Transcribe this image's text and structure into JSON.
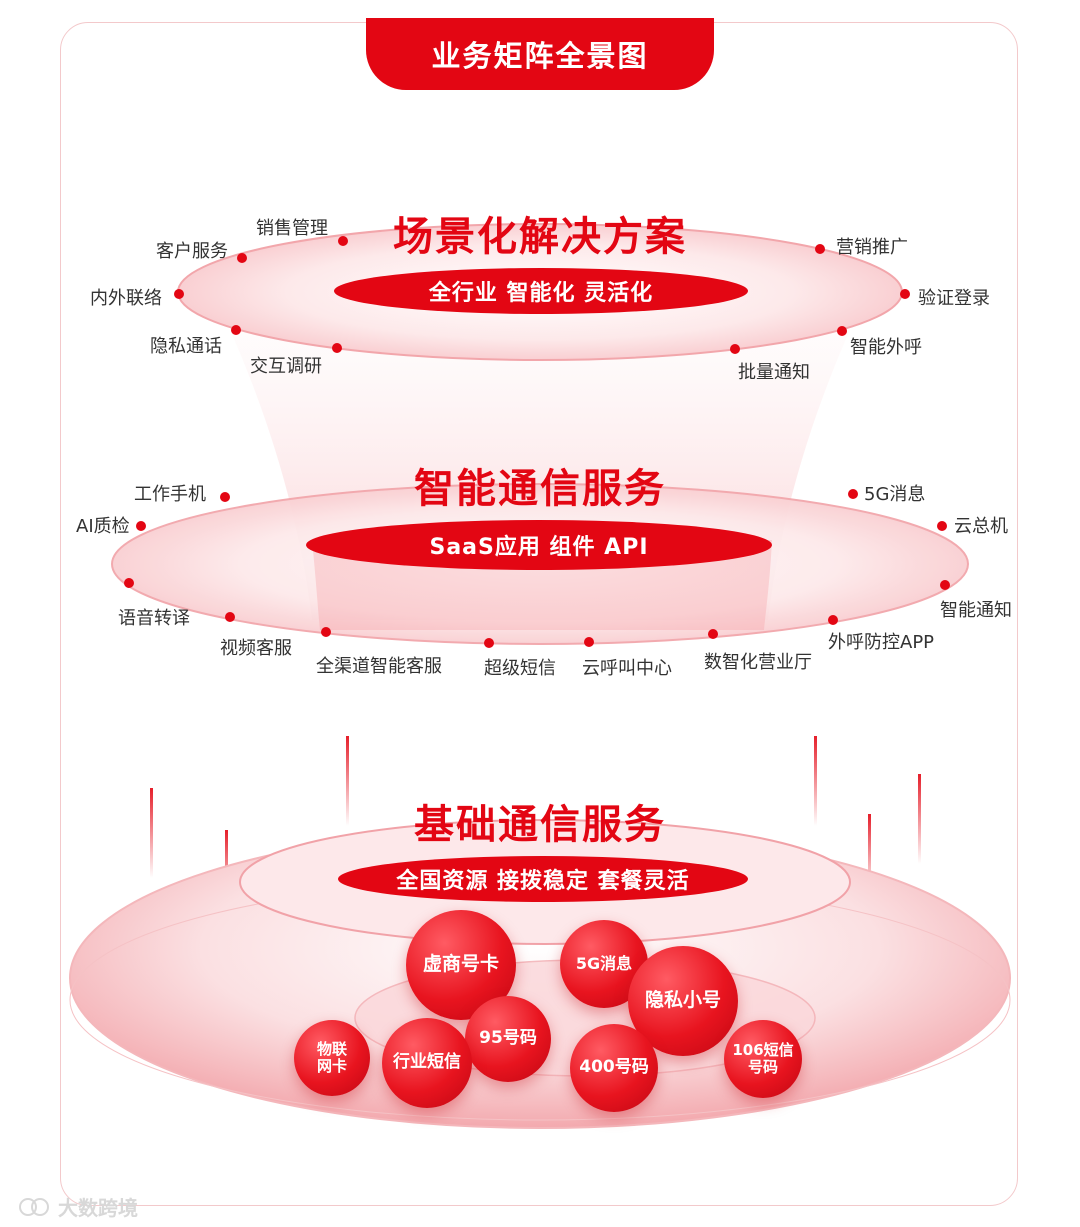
{
  "header": {
    "title": "业务矩阵全景图"
  },
  "tier1": {
    "title": "场景化解决方案",
    "tagline": "全行业  智能化  灵活化",
    "items": [
      "销售管理",
      "客户服务",
      "内外联络",
      "隐私通话",
      "交互调研",
      "营销推广",
      "验证登录",
      "智能外呼",
      "批量通知"
    ]
  },
  "tier2": {
    "title": "智能通信服务",
    "tagline": "SaaS应用   组件   API",
    "items": [
      "工作手机",
      "AI质检",
      "语音转译",
      "视频客服",
      "全渠道智能客服",
      "超级短信",
      "云呼叫中心",
      "数智化营业厅",
      "外呼防控APP",
      "智能通知",
      "云总机",
      "5G消息"
    ]
  },
  "tier3": {
    "title": "基础通信服务",
    "tagline": "全国资源  接拨稳定  套餐灵活",
    "bubbles": [
      {
        "lines": [
          "虚商号卡"
        ]
      },
      {
        "lines": [
          "5G消息"
        ]
      },
      {
        "lines": [
          "隐私小号"
        ]
      },
      {
        "lines": [
          "95号码"
        ]
      },
      {
        "lines": [
          "物联",
          "网卡"
        ]
      },
      {
        "lines": [
          "行业短信"
        ]
      },
      {
        "lines": [
          "400号码"
        ]
      },
      {
        "lines": [
          "106短信",
          "号码"
        ]
      }
    ]
  },
  "watermark": {
    "text": "大数跨境"
  },
  "colors": {
    "primary": "#e30613",
    "ring": "#f7c4c7",
    "text": "#333333"
  }
}
